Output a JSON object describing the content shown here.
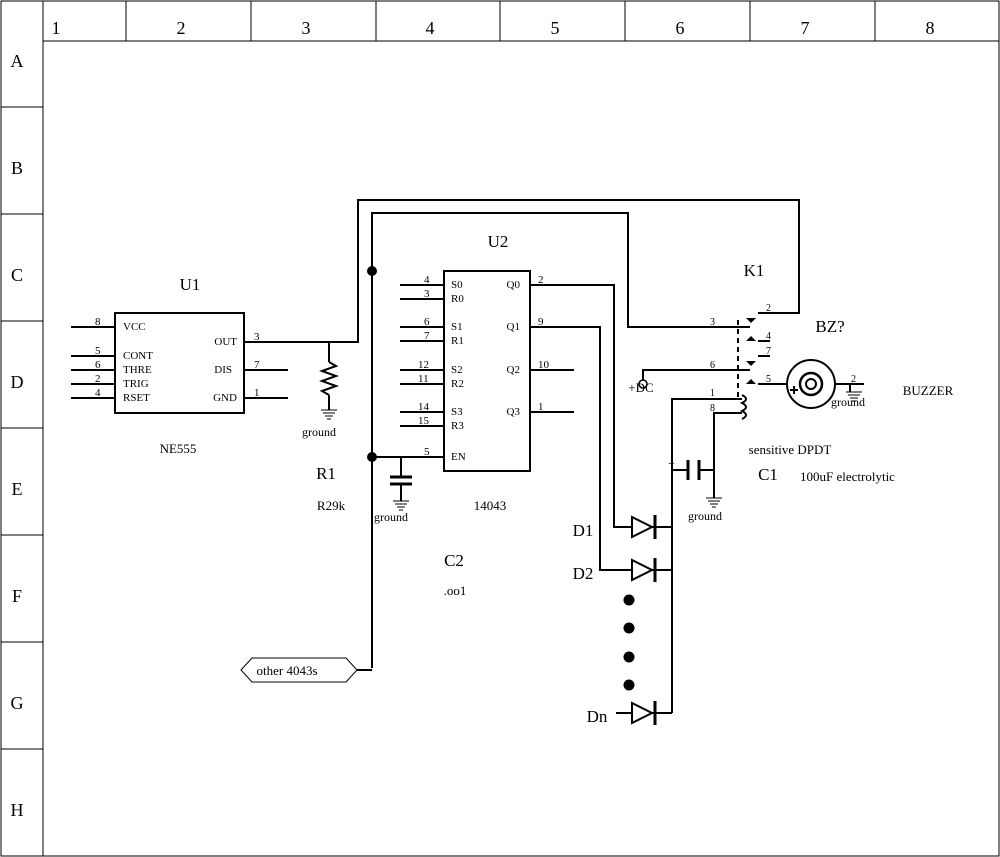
{
  "frame": {
    "columns": [
      "1",
      "2",
      "3",
      "4",
      "5",
      "6",
      "7",
      "8"
    ],
    "rows": [
      "A",
      "B",
      "C",
      "D",
      "E",
      "F",
      "G",
      "H"
    ]
  },
  "u1": {
    "ref": "U1",
    "part": "NE555",
    "pins_left": [
      {
        "num": "8",
        "name": "VCC"
      },
      {
        "num": "5",
        "name": "CONT"
      },
      {
        "num": "6",
        "name": "THRE"
      },
      {
        "num": "2",
        "name": "TRIG"
      },
      {
        "num": "4",
        "name": "RSET"
      }
    ],
    "pins_right": [
      {
        "num": "3",
        "name": "OUT"
      },
      {
        "num": "7",
        "name": "DIS"
      },
      {
        "num": "1",
        "name": "GND"
      }
    ]
  },
  "u2": {
    "ref": "U2",
    "part": "14043",
    "pins_left": [
      {
        "num": "4",
        "name": "S0"
      },
      {
        "num": "3",
        "name": "R0"
      },
      {
        "num": "6",
        "name": "S1"
      },
      {
        "num": "7",
        "name": "R1"
      },
      {
        "num": "12",
        "name": "S2"
      },
      {
        "num": "11",
        "name": "R2"
      },
      {
        "num": "14",
        "name": "S3"
      },
      {
        "num": "15",
        "name": "R3"
      },
      {
        "num": "5",
        "name": "EN"
      }
    ],
    "pins_right": [
      {
        "num": "2",
        "name": "Q0"
      },
      {
        "num": "9",
        "name": "Q1"
      },
      {
        "num": "10",
        "name": "Q2"
      },
      {
        "num": "1",
        "name": "Q3"
      }
    ]
  },
  "r1": {
    "ref": "R1",
    "value": "R29k",
    "ground": "ground"
  },
  "c2": {
    "ref": "C2",
    "value": ".oo1",
    "ground": "ground"
  },
  "c1": {
    "ref": "C1",
    "value": "100uF electrolytic",
    "ground": "ground",
    "plus": "+"
  },
  "k1": {
    "ref": "K1",
    "desc": "sensitive DPDT",
    "pins": [
      "2",
      "3",
      "4",
      "6",
      "7",
      "5",
      "1",
      "8"
    ]
  },
  "bz": {
    "ref": "BZ?",
    "desc": "BUZZER",
    "pin": "2",
    "ground": "ground"
  },
  "dc_label": "+DC",
  "diodes": [
    "D1",
    "D2",
    "Dn"
  ],
  "offpage": "other 4043s"
}
